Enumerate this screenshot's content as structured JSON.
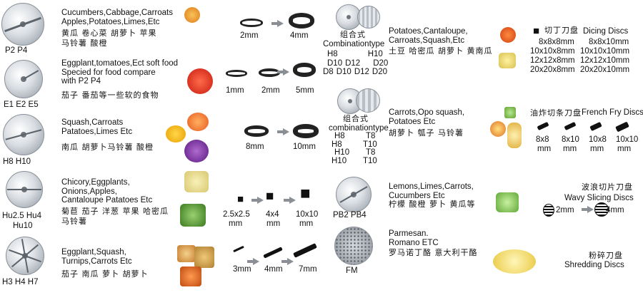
{
  "left": [
    {
      "labels": "P2    P4",
      "en": [
        "Cucumbers,Cabbage,Carroats",
        "Apples,Potatoes,Limes,Etc"
      ],
      "cn": [
        "黄瓜 卷心菜 胡萝卜 苹果",
        "马铃薯 酸橙"
      ],
      "sizes": [
        "2mm",
        "4mm"
      ]
    },
    {
      "labels": "E1  E2  E5",
      "en": [
        "Eggplant,tomatoes,Ect soft food",
        "Specied for food compare",
        "with P2 P4"
      ],
      "cn": [
        "茄子 番茄等一些软的食物"
      ],
      "sizes": [
        "1mm",
        "2mm",
        "5mm"
      ]
    },
    {
      "labels": "H8    H10",
      "en": [
        "Squash,Carroats",
        "Patatoes,Limes Etc"
      ],
      "cn": [
        "南瓜 胡萝卜马铃薯 酸橙"
      ],
      "sizes": [
        "8mm",
        "10mm"
      ]
    },
    {
      "labels": "Hu2.5  Hu4",
      "labels2": "Hu10",
      "en": [
        "Chicory,Eggplants,",
        "Onions,Apples,",
        "Cantaloupe Patatoes Etc"
      ],
      "cn": [
        "菊苣 茄子 洋葱 苹果 哈密瓜",
        "马铃薯"
      ],
      "sizes": [
        "2.5x2.5",
        "4x4",
        "10x10"
      ],
      "unit": "mm"
    },
    {
      "labels": "H3   H4   H7",
      "en": [
        "Eggplant,Squash,",
        "Turnips,Carrots Etc"
      ],
      "cn": [
        "茄子 南瓜  萝卜 胡萝卜"
      ],
      "sizes": [
        "3mm",
        "4mm",
        "7mm"
      ]
    }
  ],
  "right": {
    "r1": {
      "label_cn": "组合式",
      "label_en": "Combinationtype",
      "codes": [
        "H8",
        "H10",
        "D10",
        "D12",
        "D20",
        "D8",
        "D10",
        "D12",
        "D20"
      ],
      "en": [
        "Potatoes,Cantaloupe,",
        "Carroats,Squash,Etc"
      ],
      "cn": [
        "土豆 哈密瓜 胡萝卜 黄南瓜"
      ],
      "title_cn": "切丁刀盘",
      "title_en": "Dicing Discs",
      "sizes_left": [
        "8x8x8mm",
        "10x10x8mm",
        "12x12x8mm",
        "20x20x8mm"
      ],
      "sizes_right": [
        "8x8x10mm",
        "10x10x10mm",
        "12x12x10mm",
        "20x20x10mm"
      ]
    },
    "r2": {
      "label_cn": "组合式",
      "label_en": "combinationtype",
      "codes": [
        "H8",
        "T8",
        "H8",
        "T10",
        "H10",
        "T8",
        "H10",
        "T10"
      ],
      "en": [
        "Carrots,Opo squash,",
        "Potatoes Etc"
      ],
      "cn": [
        "胡萝卜 瓠子 马铃薯"
      ],
      "title_cn": "油炸切条刀盘",
      "title_en": "French Fry Discs",
      "sizes": [
        "8x8",
        "8x10",
        "10x8",
        "10x10"
      ],
      "unit": "mm"
    },
    "r3": {
      "labels": "PB2  PB4",
      "en": [
        "Lemons,Limes,Carrots,",
        "Cucumbers Etc"
      ],
      "cn": [
        "柠檬 酸橙 萝卜 黄瓜等"
      ],
      "title_cn": "波浪切片刀盘",
      "title_en": "Wavy Slicing Discs",
      "sizes": [
        "2mm",
        "4mm"
      ]
    },
    "r4": {
      "labels": "FM",
      "en": [
        "Parmesan.",
        "Romano ETC"
      ],
      "cn": [
        "罗马诺丁酪 意大利干酪"
      ],
      "title_cn": "粉碎刀盘",
      "title_en": "Shredding Discs"
    }
  },
  "colors": {
    "text": "#111111",
    "arrow": "#8a8f95",
    "disc": "#c9ced4"
  }
}
